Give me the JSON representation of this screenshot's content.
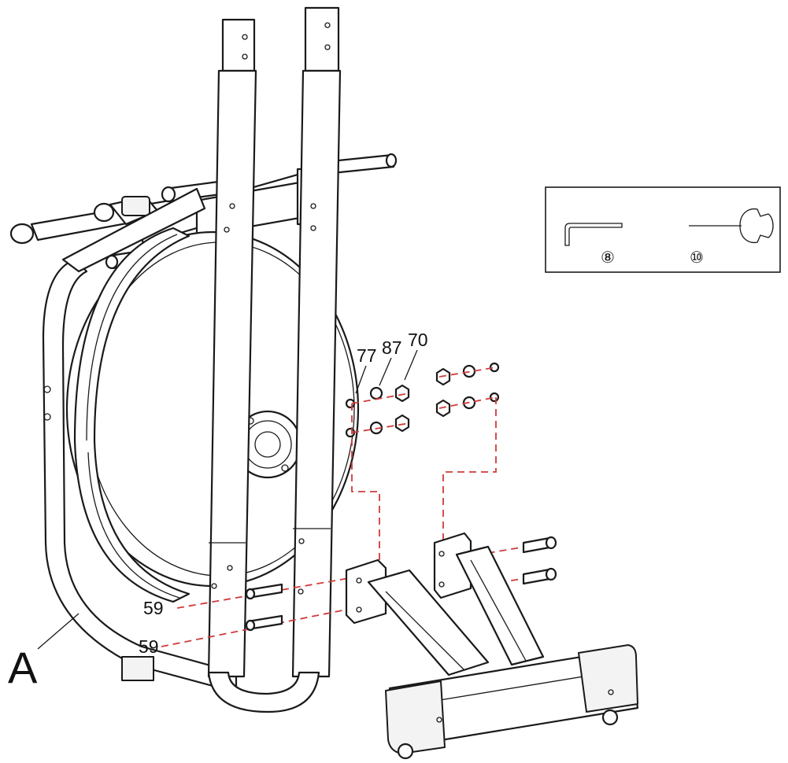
{
  "diagram": {
    "assembly_label": "A",
    "part_labels": {
      "washer_77": "77",
      "washer_87": "87",
      "nut_70": "70",
      "bolt_59_upper": "59",
      "bolt_59_lower": "59"
    },
    "tools": {
      "allen_key": "⑧",
      "wrench": "⑩"
    },
    "colors": {
      "line": "#1a1a1a",
      "guide_dash": "#d23a3a",
      "background": "#ffffff"
    }
  }
}
